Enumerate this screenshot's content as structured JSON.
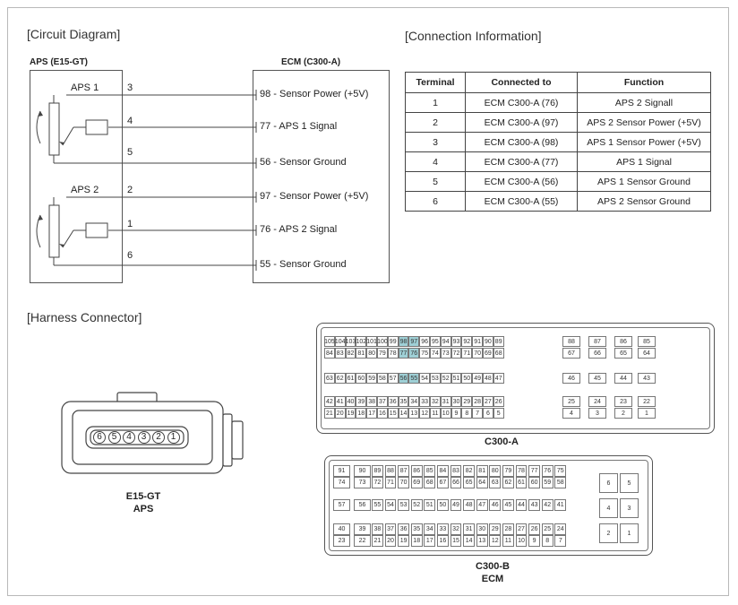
{
  "circuit": {
    "title": "[Circuit Diagram]",
    "aps_header": "APS (E15-GT)",
    "ecm_header": "ECM (C300-A)",
    "aps1_label": "APS 1",
    "aps2_label": "APS 2",
    "pins": [
      "3",
      "4",
      "5",
      "2",
      "1",
      "6"
    ],
    "ecm_labels": [
      "98 - Sensor Power (+5V)",
      "77 - APS 1 Signal",
      "56 - Sensor Ground",
      "97 - Sensor Power (+5V)",
      "76 - APS 2 Signal",
      "55 - Sensor Ground"
    ]
  },
  "connection": {
    "title": "[Connection Information]",
    "headers": [
      "Terminal",
      "Connected to",
      "Function"
    ],
    "rows": [
      [
        "1",
        "ECM C300-A (76)",
        "APS 2 Signall"
      ],
      [
        "2",
        "ECM C300-A (97)",
        "APS 2 Sensor Power (+5V)"
      ],
      [
        "3",
        "ECM C300-A (98)",
        "APS 1 Sensor Power (+5V)"
      ],
      [
        "4",
        "ECM C300-A (77)",
        "APS 1 Signal"
      ],
      [
        "5",
        "ECM C300-A (56)",
        "APS 1 Sensor Ground"
      ],
      [
        "6",
        "ECM C300-A (55)",
        "APS 2 Sensor Ground"
      ]
    ]
  },
  "harness": {
    "title": "[Harness Connector]",
    "aps_pins": [
      "6",
      "5",
      "4",
      "3",
      "2",
      "1"
    ],
    "aps_caption_1": "E15-GT",
    "aps_caption_2": "APS",
    "c300a_caption": "C300-A",
    "c300b_caption_1": "C300-B",
    "c300b_caption_2": "ECM",
    "highlight_color": "#9fd0d6",
    "c300a": {
      "main_rows": [
        [
          "105",
          "104",
          "103",
          "102",
          "101",
          "100",
          "99",
          "98",
          "97",
          "96",
          "95",
          "94",
          "93",
          "92",
          "91",
          "90",
          "89"
        ],
        [
          "84",
          "83",
          "82",
          "81",
          "80",
          "79",
          "78",
          "77",
          "76",
          "75",
          "74",
          "73",
          "72",
          "71",
          "70",
          "69",
          "68"
        ],
        [
          "63",
          "62",
          "61",
          "60",
          "59",
          "58",
          "57",
          "56",
          "55",
          "54",
          "53",
          "52",
          "51",
          "50",
          "49",
          "48",
          "47"
        ],
        [
          "42",
          "41",
          "40",
          "39",
          "38",
          "37",
          "36",
          "35",
          "34",
          "33",
          "32",
          "31",
          "30",
          "29",
          "28",
          "27",
          "26"
        ],
        [
          "21",
          "20",
          "19",
          "18",
          "17",
          "16",
          "15",
          "14",
          "13",
          "12",
          "11",
          "10",
          "9",
          "8",
          "7",
          "6",
          "5"
        ]
      ],
      "side_rows": [
        [
          "88",
          "87",
          "86",
          "85"
        ],
        [
          "67",
          "66",
          "65",
          "64"
        ],
        [
          "46",
          "45",
          "44",
          "43"
        ],
        [
          "25",
          "24",
          "23",
          "22"
        ],
        [
          "4",
          "3",
          "2",
          "1"
        ]
      ],
      "highlighted": [
        "98",
        "97",
        "77",
        "76",
        "56",
        "55"
      ]
    },
    "c300b": {
      "main_rows": [
        [
          "91",
          "90",
          "89",
          "88",
          "87",
          "86",
          "85",
          "84",
          "83",
          "82",
          "81",
          "80",
          "79",
          "78",
          "77",
          "76",
          "75"
        ],
        [
          "74",
          "73",
          "72",
          "71",
          "70",
          "69",
          "68",
          "67",
          "66",
          "65",
          "64",
          "63",
          "62",
          "61",
          "60",
          "59",
          "58"
        ],
        [
          "57",
          "56",
          "55",
          "54",
          "53",
          "52",
          "51",
          "50",
          "49",
          "48",
          "47",
          "46",
          "45",
          "44",
          "43",
          "42",
          "41"
        ],
        [
          "40",
          "39",
          "38",
          "37",
          "36",
          "35",
          "34",
          "33",
          "32",
          "31",
          "30",
          "29",
          "28",
          "27",
          "26",
          "25",
          "24"
        ],
        [
          "23",
          "22",
          "21",
          "20",
          "19",
          "18",
          "17",
          "16",
          "15",
          "14",
          "13",
          "12",
          "11",
          "10",
          "9",
          "8",
          "7"
        ]
      ],
      "side_rows": [
        [
          "6",
          "5"
        ],
        [
          "4",
          "3"
        ],
        [
          "2",
          "1"
        ]
      ]
    }
  }
}
